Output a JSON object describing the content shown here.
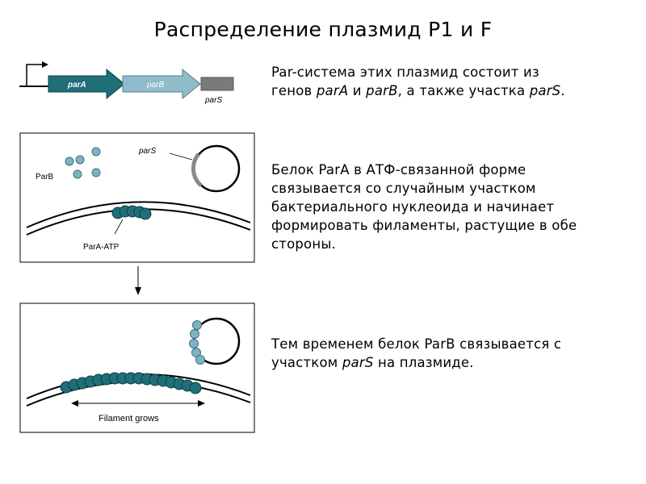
{
  "title": "Распределение плазмид Р1 и F",
  "paragraphs": {
    "p1": {
      "line1": "Par-система этих плазмид состоит из",
      "line2_a": "генов ",
      "line2_b": "parA",
      "line2_c": " и ",
      "line2_d": "parB",
      "line2_e": ", а также участка ",
      "line2_f": "parS",
      "line2_g": "."
    },
    "p2": {
      "lines": [
        "Белок ParA в АТФ-связанной форме",
        "связывается со случайным участком",
        "бактериального нуклеоида и начинает",
        "формировать филаменты, растущие в обе",
        "стороны."
      ]
    },
    "p3": {
      "line1": "Тем временем белок ParB связывается с",
      "line2_a": "участком ",
      "line2_b": "parS",
      "line2_c": " на плазмиде."
    }
  },
  "gene_diagram": {
    "parA_label": "parA",
    "parB_label": "parB",
    "parS_label": "parS"
  },
  "panel1": {
    "parB_label": "ParB",
    "parS_label": "parS",
    "parA_atp_label": "ParA-ATP"
  },
  "panel2": {
    "filament_label": "Filament grows"
  },
  "colors": {
    "parA": "#1f6f78",
    "parB": "#7fb3c3",
    "parS": "#7a7a7a"
  }
}
